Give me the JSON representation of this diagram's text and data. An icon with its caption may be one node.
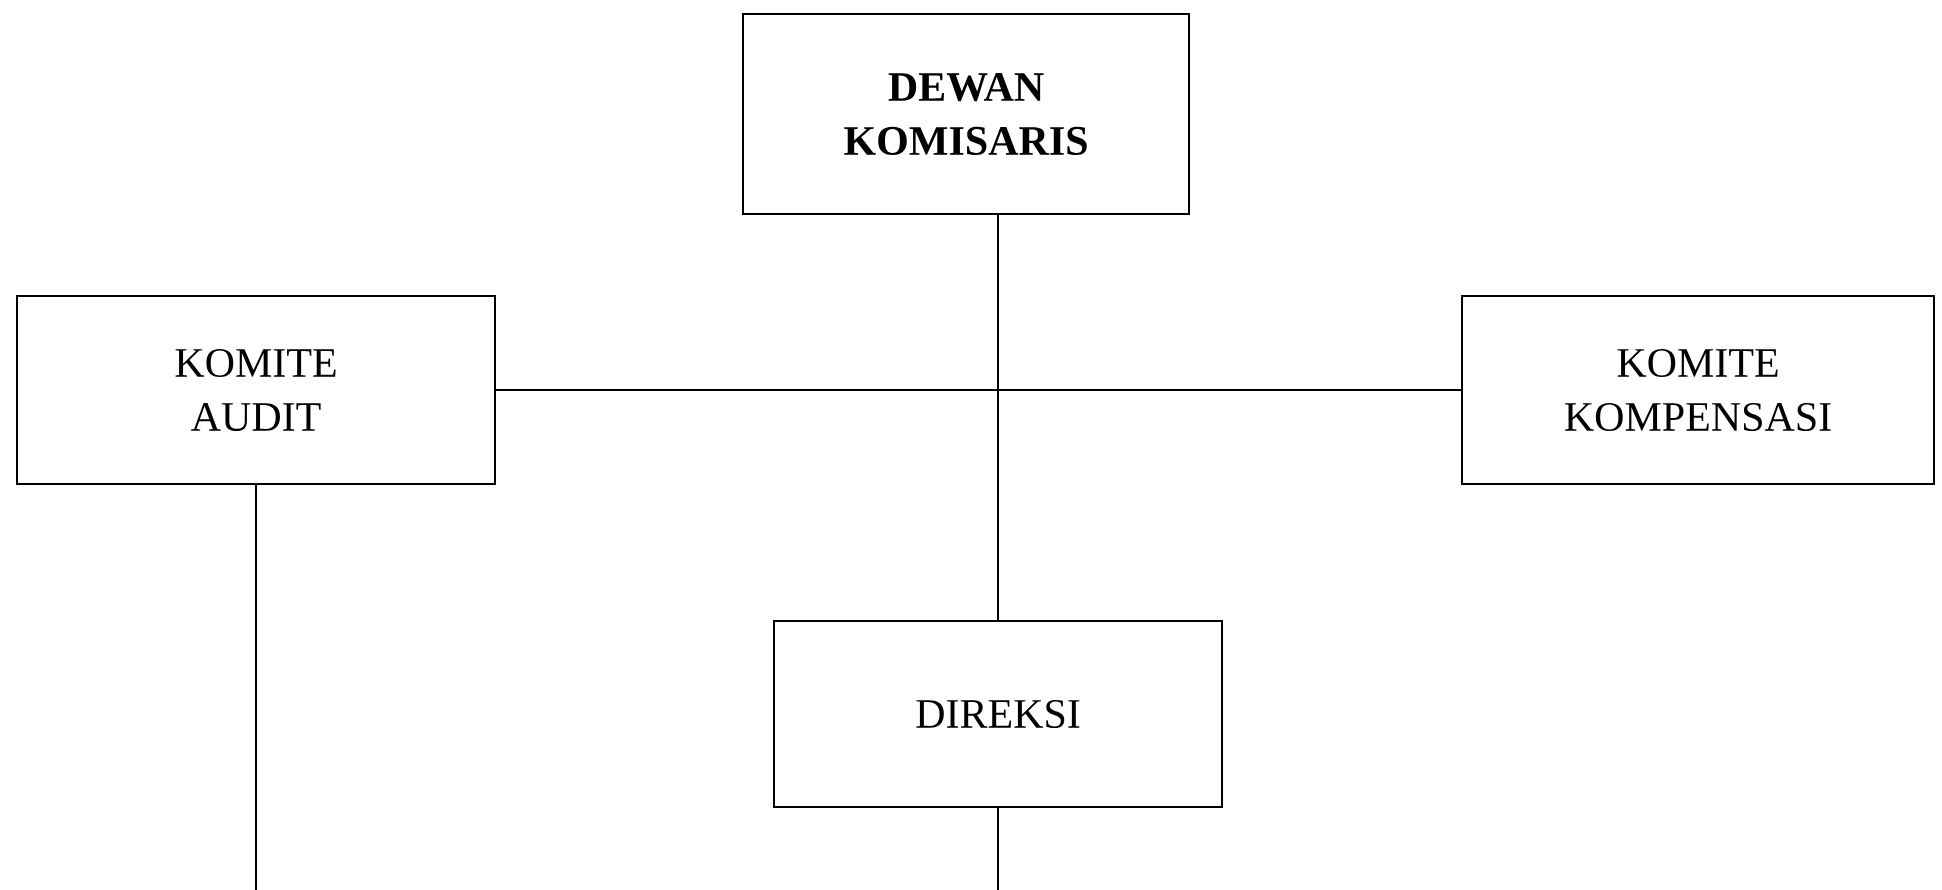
{
  "diagram": {
    "nodes": [
      {
        "text": [
          "DEWAN KOMISARIS"
        ]
      },
      {
        "text": [
          "KOMITE AUDIT"
        ]
      },
      {
        "text": [
          "KOMITE KOMPENSASI"
        ]
      },
      {
        "text": [
          "DIREKSI"
        ]
      }
    ],
    "edges": [
      {
        "from": 0,
        "to": 3,
        "arrow": "none"
      },
      {
        "from": 1,
        "to": 2,
        "arrow": "none"
      },
      {
        "from": 1,
        "to": null,
        "arrow": "none"
      },
      {
        "from": 3,
        "to": null,
        "arrow": "none"
      }
    ]
  }
}
